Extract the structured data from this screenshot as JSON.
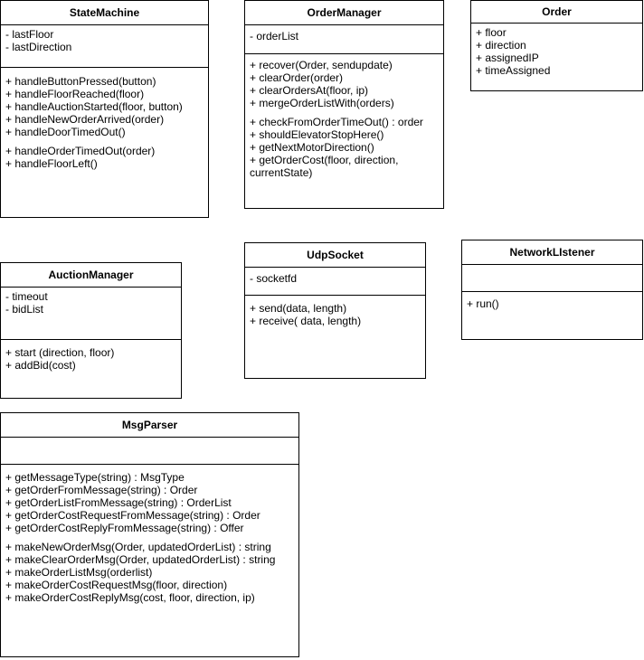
{
  "classes": {
    "state_machine": {
      "name": "StateMachine",
      "attributes": [
        "- lastFloor",
        "- lastDirection"
      ],
      "methods": [
        [
          "+ handleButtonPressed(button)",
          "+ handleFloorReached(floor)",
          "+ handleAuctionStarted(floor, button)",
          "+ handleNewOrderArrived(order)",
          "+ handleDoorTimedOut()"
        ],
        [
          "+ handleOrderTimedOut(order)",
          "+ handleFloorLeft()"
        ]
      ]
    },
    "order_manager": {
      "name": "OrderManager",
      "attributes": [
        "- orderList"
      ],
      "methods": [
        [
          "+ recover(Order, sendupdate)",
          "+ clearOrder(order)",
          "+ clearOrdersAt(floor, ip)",
          "+ mergeOrderListWith(orders)"
        ],
        [
          "+ checkFromOrderTimeOut() : order",
          "+ shouldElevatorStopHere()",
          "+ getNextMotorDirection()",
          "+ getOrderCost(floor, direction, currentState)"
        ]
      ]
    },
    "order": {
      "name": "Order",
      "attributes": [
        "+ floor",
        "+ direction",
        "+ assignedIP",
        "+ timeAssigned"
      ]
    },
    "auction_manager": {
      "name": "AuctionManager",
      "attributes": [
        "- timeout",
        "- bidList"
      ],
      "methods": [
        [
          "+ start (direction, floor)",
          "+ addBid(cost)"
        ]
      ]
    },
    "udp_socket": {
      "name": "UdpSocket",
      "attributes": [
        "- socketfd"
      ],
      "methods": [
        [
          "+ send(data, length)",
          "+ receive( data, length)"
        ]
      ]
    },
    "network_listener": {
      "name": "NetworkLIstener",
      "attributes": [],
      "methods": [
        [
          "+ run()"
        ]
      ]
    },
    "msg_parser": {
      "name": "MsgParser",
      "attributes": [],
      "methods": [
        [
          "+ getMessageType(string) : MsgType",
          "+ getOrderFromMessage(string) : Order",
          "+ getOrderListFromMessage(string) : OrderList",
          "+ getOrderCostRequestFromMessage(string) : Order",
          "+ getOrderCostReplyFromMessage(string) : Offer"
        ],
        [
          "+ makeNewOrderMsg(Order, updatedOrderList) : string",
          "+ makeClearOrderMsg(Order, updatedOrderList) : string",
          "+ makeOrderListMsg(orderlist)",
          "+ makeOrderCostRequestMsg(floor, direction)",
          "+ makeOrderCostReplyMsg(cost, floor, direction, ip)"
        ]
      ]
    }
  }
}
